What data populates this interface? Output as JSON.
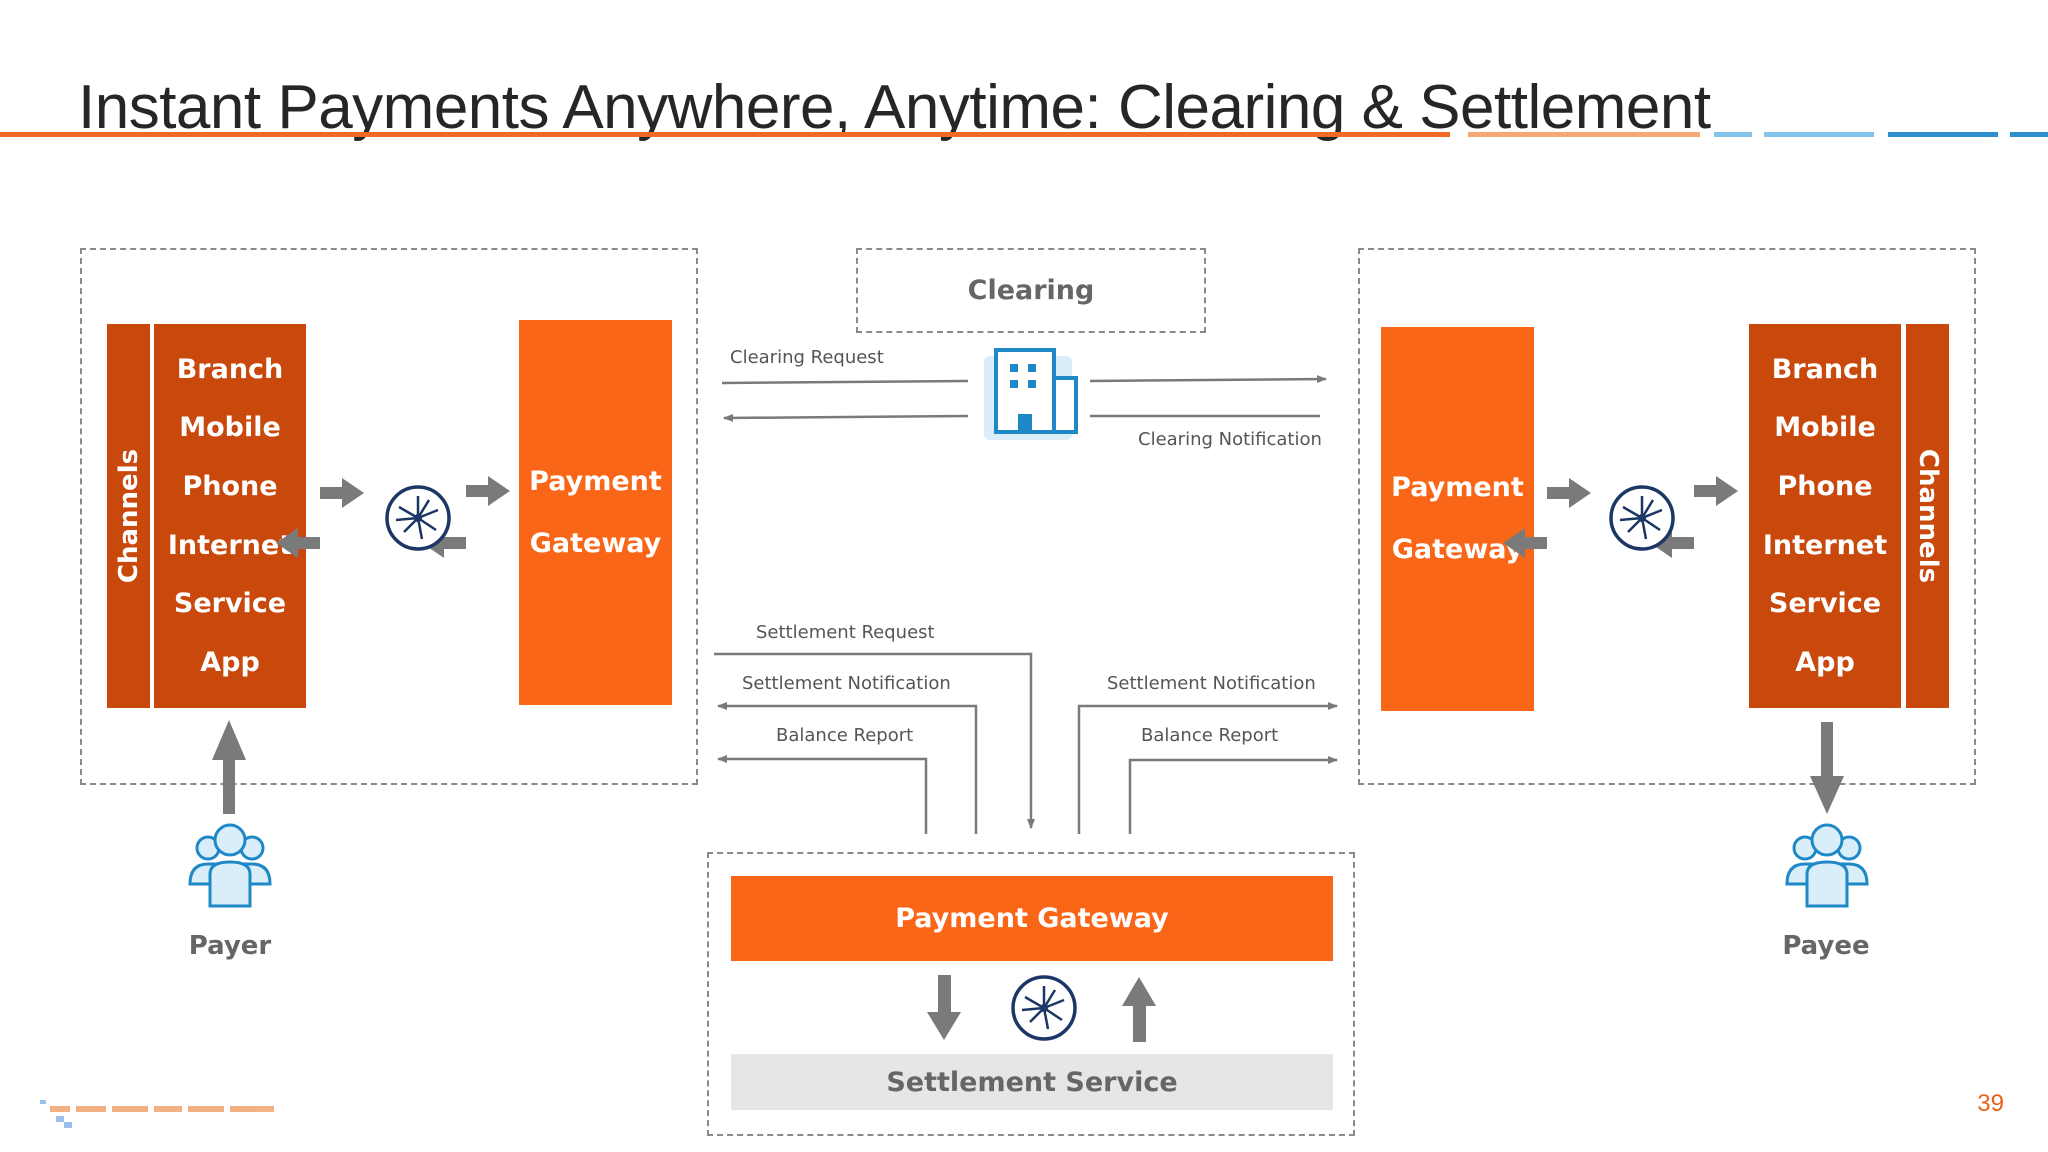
{
  "title": "Instant Payments Anywhere, Anytime: Clearing & Settlement",
  "left": {
    "strip_label": "Channels",
    "channels": [
      "Branch",
      "Mobile",
      "Phone",
      "Internet",
      "Service",
      "App"
    ],
    "gateway_lines": [
      "Payment",
      "Gateway"
    ],
    "person_label": "Payer"
  },
  "right": {
    "strip_label": "Channels",
    "channels": [
      "Branch",
      "Mobile",
      "Phone",
      "Internet",
      "Service",
      "App"
    ],
    "gateway_lines": [
      "Payment",
      "Gateway"
    ],
    "person_label": "Payee"
  },
  "clearing": {
    "title": "Clearing",
    "request_label": "Clearing Request",
    "notification_label": "Clearing Notification"
  },
  "settlement": {
    "request_label": "Settlement Request",
    "notification_left": "Settlement Notification",
    "notification_right": "Settlement Notification",
    "balance_left": "Balance Report",
    "balance_right": "Balance Report",
    "gateway_label": "Payment Gateway",
    "service_label": "Settlement Service"
  },
  "page_number": "39",
  "icons": {
    "hub": "hub-icon",
    "building": "building-icon",
    "person": "users-icon",
    "logo": "company-logo"
  },
  "colors": {
    "orange": "#fa6618",
    "dark_orange": "#c9490d",
    "arrow_gray": "#7a7a7a",
    "navy": "#1c3766",
    "blue_icon": "#1f88c7"
  }
}
